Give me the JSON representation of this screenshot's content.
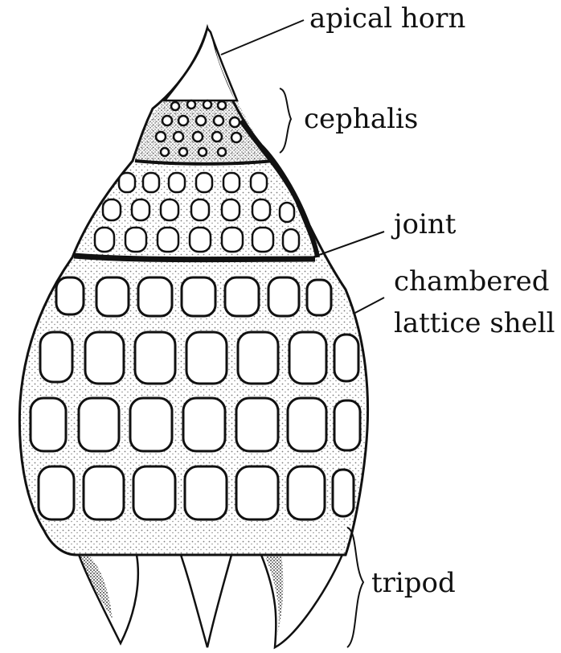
{
  "labels": {
    "apical_horn": "apical horn",
    "cephalis": "cephalis",
    "joint": "joint",
    "chambered_line1": "chambered",
    "chambered_line2": "lattice shell",
    "tripod": "tripod"
  },
  "colors": {
    "ink": "#111111",
    "paper": "#ffffff"
  }
}
